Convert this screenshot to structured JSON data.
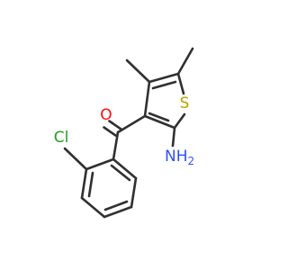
{
  "molecule": {
    "atoms": {
      "O": {
        "symbol": "O",
        "color": "#ff0d0d"
      },
      "S": {
        "symbol": "S",
        "color": "#b8a200"
      },
      "N": {
        "symbol": "NH",
        "subscript": "2",
        "color": "#3050f8"
      },
      "Cl": {
        "symbol": "Cl",
        "color": "#1fa01f"
      }
    },
    "bond_color": "#303030"
  }
}
